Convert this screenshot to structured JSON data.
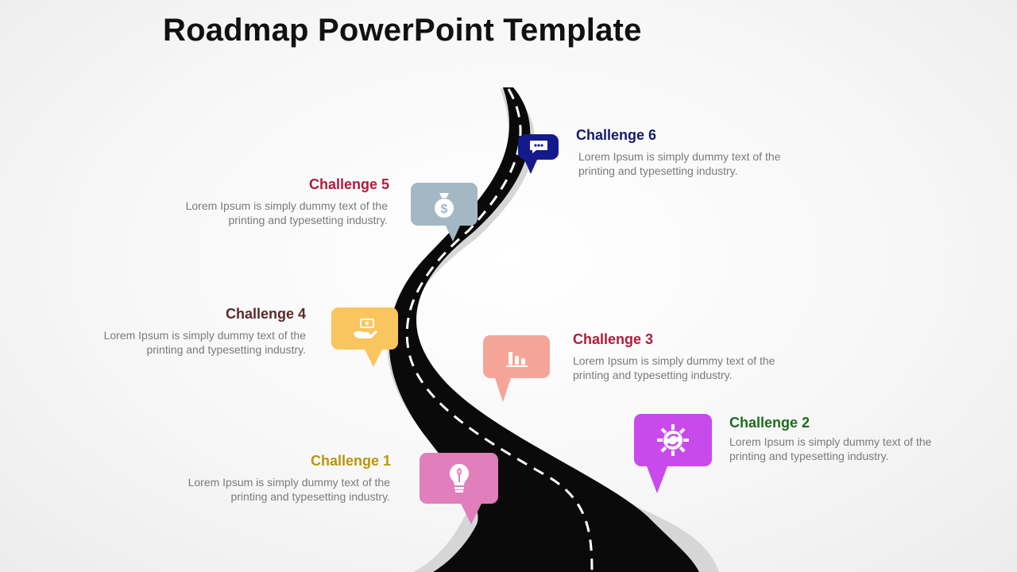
{
  "title": "Roadmap PowerPoint Template",
  "challenges": [
    {
      "heading": "Challenge 1",
      "text": "Lorem Ipsum is simply dummy text of the printing and typesetting industry.",
      "color": "#b8960c",
      "marker_color": "#e07fbc",
      "icon": "lightbulb-icon"
    },
    {
      "heading": "Challenge 2",
      "text": "Lorem Ipsum is simply dummy text of the printing and typesetting industry.",
      "color": "#1e6b1e",
      "marker_color": "#c94aeb",
      "icon": "gear-sun-icon"
    },
    {
      "heading": "Challenge 3",
      "text": "Lorem Ipsum is simply dummy text of the printing and typesetting industry.",
      "color": "#b01c3c",
      "marker_color": "#f5a597",
      "icon": "bar-chart-icon"
    },
    {
      "heading": "Challenge 4",
      "text": "Lorem Ipsum is simply dummy text of the printing and typesetting industry.",
      "color": "#5a2a2a",
      "marker_color": "#f9c55e",
      "icon": "hand-money-icon"
    },
    {
      "heading": "Challenge 5",
      "text": "Lorem Ipsum is simply dummy text of the printing and typesetting industry.",
      "color": "#b01c3c",
      "marker_color": "#a4b8c4",
      "icon": "money-bag-icon"
    },
    {
      "heading": "Challenge 6",
      "text": "Lorem Ipsum is simply dummy text of the printing and typesetting industry.",
      "color": "#141a6e",
      "marker_color": "#141a8c",
      "icon": "chat-bubble-icon"
    }
  ]
}
